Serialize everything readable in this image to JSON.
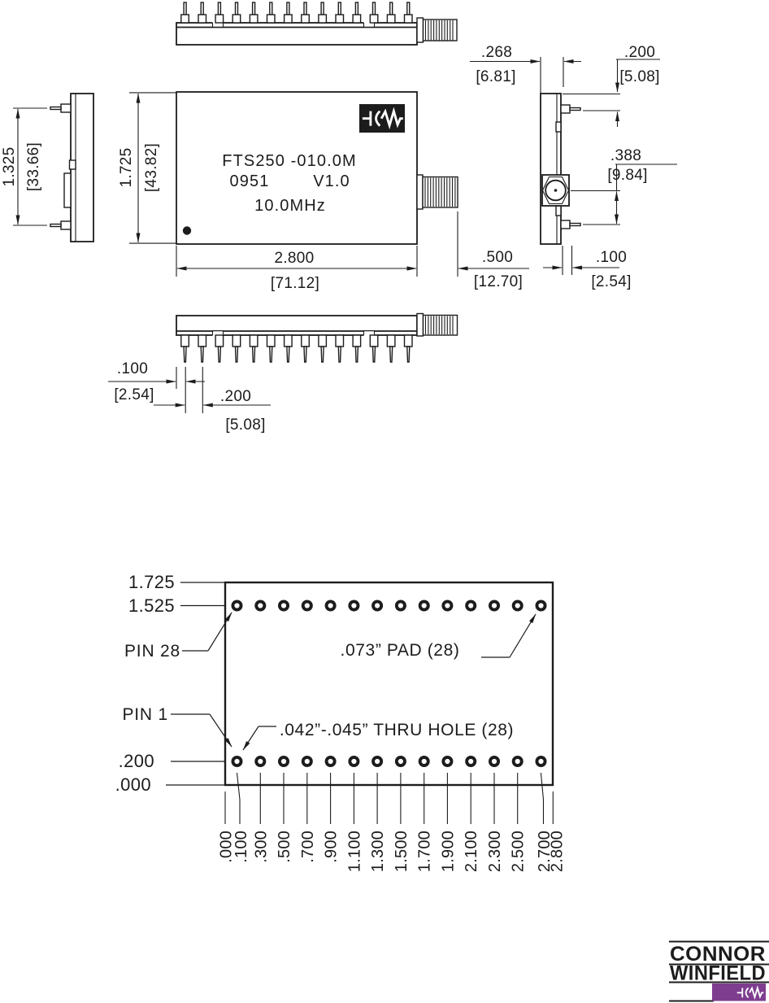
{
  "front_view": {
    "model": "FTS250 -010.0M",
    "date_code": "0951",
    "version": "V1.0",
    "frequency": "10.0MHz"
  },
  "dims": {
    "side_height_in": "1.325",
    "side_height_mm": "[33.66]",
    "height_in": "1.725",
    "height_mm": "[43.82]",
    "width_in": "2.800",
    "width_mm": "[71.12]",
    "sma_len_in": ".500",
    "sma_len_mm": "[12.70]",
    "pin_right_in": ".100",
    "pin_right_mm": "[2.54]",
    "conn_off_in": ".268",
    "conn_off_mm": "[6.81]",
    "pin_top_in": ".200",
    "pin_top_mm": "[5.08]",
    "sma_pin_in": ".388",
    "sma_pin_mm": "[9.84]",
    "pin_edge_in": ".100",
    "pin_edge_mm": "[2.54]",
    "pin_pitch_in": ".200",
    "pin_pitch_mm": "[5.08]"
  },
  "footprint": {
    "y_top": "1.725",
    "y_pad_row_top": "1.525",
    "pin28_label": "PIN 28",
    "pin1_label": "PIN 1",
    "y_pad_row_bottom": ".200",
    "y_origin": ".000",
    "pad_callout": ".073” PAD (28)",
    "hole_callout": ".042”-.045” THRU HOLE (28)",
    "ruler": [
      ".000",
      ".100",
      ".300",
      ".500",
      ".700",
      ".900",
      "1.100",
      "1.300",
      "1.500",
      "1.700",
      "1.900",
      "2.100",
      "2.300",
      "2.500",
      "2.700",
      "2.800"
    ]
  },
  "logo": {
    "word1": "CONNOR",
    "word2": "WINFIELD"
  },
  "colors": {
    "ink": "#1c1c1c",
    "logo_gray": "#8a8a8a",
    "logo_purple": "#7e3d8f"
  }
}
